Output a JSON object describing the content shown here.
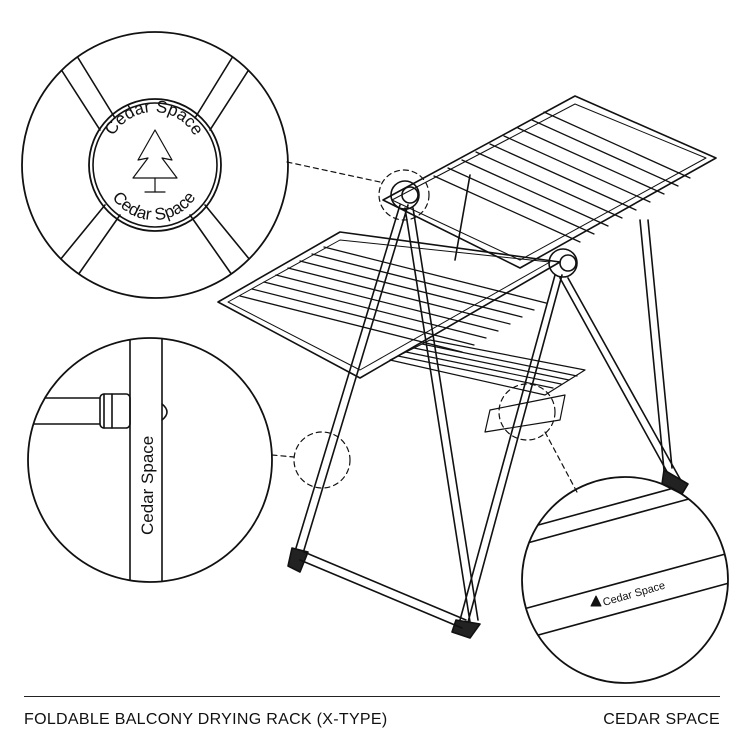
{
  "illustration": {
    "brand_mark_text": "Cedar Space",
    "line_color": "#111111",
    "background_color": "#ffffff"
  },
  "footer": {
    "product_name": "FOLDABLE BALCONY DRYING RACK (X-TYPE)",
    "brand_name": "CEDAR SPACE"
  }
}
